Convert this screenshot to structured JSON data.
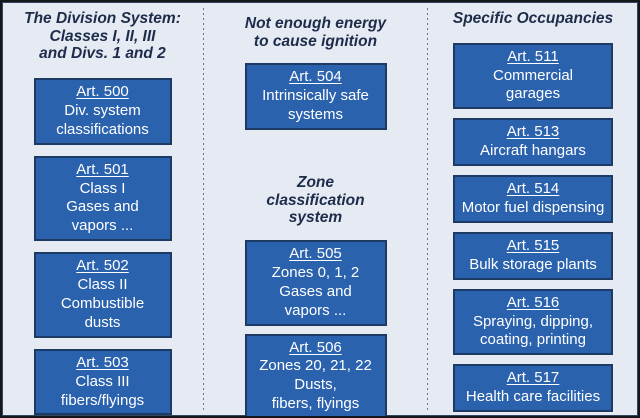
{
  "colors": {
    "background": "#e6eaf3",
    "frame_border": "#14181d",
    "box_fill": "#2a62ae",
    "box_border": "#1c3a63",
    "box_text": "#ffffff",
    "header_text": "#1c2c4a",
    "divider_dots": "#6f7680"
  },
  "columns": [
    {
      "name": "division-system",
      "sections": [
        {
          "header": "The Division System:\nClasses I, II, III\nand Divs. 1 and 2",
          "boxes": [
            {
              "article": "Art. 500",
              "desc": "Div. system\nclassifications"
            },
            {
              "article": "Art. 501",
              "desc": "Class I\nGases and\nvapors ..."
            },
            {
              "article": "Art. 502",
              "desc": "Class II\nCombustible\ndusts"
            },
            {
              "article": "Art. 503",
              "desc": "Class III\nfibers/flyings"
            }
          ]
        }
      ]
    },
    {
      "name": "intrinsic-safety-and-zones",
      "sections": [
        {
          "header": "Not enough energy\nto cause ignition",
          "boxes": [
            {
              "article": "Art. 504",
              "desc": "Intrinsically safe\nsystems"
            }
          ]
        },
        {
          "header": "Zone\nclassification\nsystem",
          "boxes": [
            {
              "article": "Art. 505",
              "desc": "Zones 0, 1, 2\nGases and\nvapors ..."
            },
            {
              "article": "Art. 506",
              "desc": "Zones 20, 21, 22\nDusts,\nfibers, flyings"
            }
          ]
        }
      ]
    },
    {
      "name": "specific-occupancies",
      "sections": [
        {
          "header": "Specific Occupancies",
          "boxes": [
            {
              "article": "Art. 511",
              "desc": "Commercial\ngarages"
            },
            {
              "article": "Art. 513",
              "desc": "Aircraft hangars"
            },
            {
              "article": "Art. 514",
              "desc": "Motor fuel dispensing"
            },
            {
              "article": "Art. 515",
              "desc": "Bulk storage plants"
            },
            {
              "article": "Art. 516",
              "desc": "Spraying, dipping,\ncoating, printing"
            },
            {
              "article": "Art. 517",
              "desc": "Health care facilities"
            }
          ]
        }
      ]
    }
  ]
}
